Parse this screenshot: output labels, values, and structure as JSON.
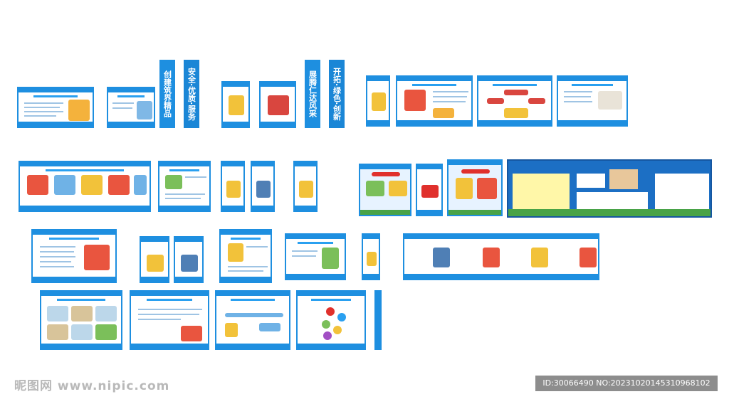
{
  "vertical_labels": [
    {
      "text": "创建筑界精品"
    },
    {
      "text": "安全·优质·服务"
    },
    {
      "text": "展腾仁达风采"
    },
    {
      "text": "开拓·绿色·创新"
    }
  ],
  "watermark": {
    "text": "昵图网 www.nipic.com"
  },
  "image_id": {
    "text": "ID:30066490 NO:20231020145310968102"
  },
  "colors": {
    "accent": "#1e8fe0",
    "dark_panel": "#1c6fc4",
    "yellow": "#fff7a8",
    "grass": "#49a347"
  }
}
